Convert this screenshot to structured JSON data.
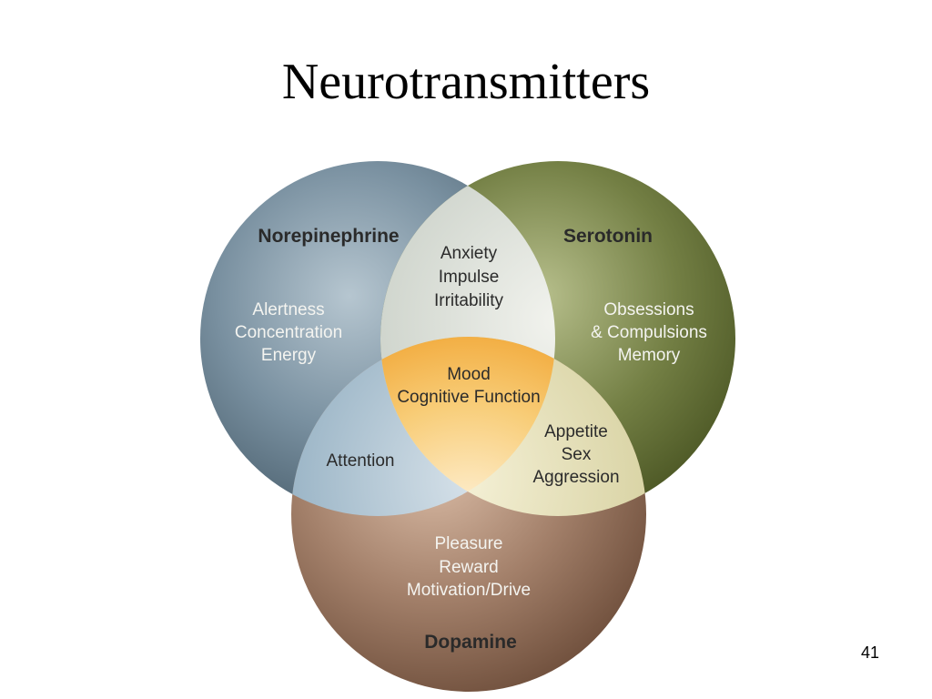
{
  "title": "Neurotransmitters",
  "page_number": "41",
  "colors": {
    "norepinephrine": "#6f8797",
    "serotonin": "#66723a",
    "dopamine": "#9a7560",
    "center": "#f4b33e"
  },
  "diagram": {
    "norepinephrine": {
      "name": "Norepinephrine",
      "functions": [
        "Alertness",
        "Concentration",
        "Energy"
      ]
    },
    "serotonin": {
      "name": "Serotonin",
      "functions": [
        "Obsessions",
        "& Compulsions",
        "Memory"
      ]
    },
    "dopamine": {
      "name": "Dopamine",
      "functions": [
        "Pleasure",
        "Reward",
        "Motivation/Drive"
      ]
    },
    "overlap_norepinephrine_serotonin": [
      "Anxiety",
      "Impulse",
      "Irritability"
    ],
    "overlap_norepinephrine_dopamine": [
      "Attention"
    ],
    "overlap_serotonin_dopamine": [
      "Appetite",
      "Sex",
      "Aggression"
    ],
    "overlap_all": [
      "Mood",
      "Cognitive Function"
    ]
  }
}
